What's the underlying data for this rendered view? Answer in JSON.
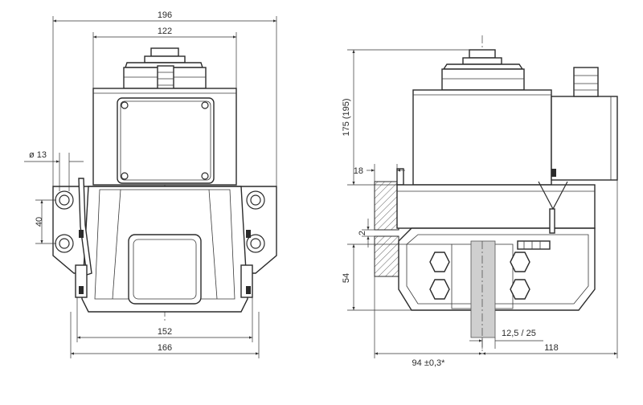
{
  "drawing": {
    "front_view": {
      "dimensions": {
        "overall_top_width": "196",
        "motor_width": "122",
        "hole_diameter": "ø 13",
        "hole_spacing": "40",
        "mounting_width": "152",
        "base_width": "166"
      }
    },
    "side_view": {
      "dimensions": {
        "total_height": "175 (195)",
        "flange_thickness": "18",
        "gap": "2",
        "lower_height": "54",
        "shaft_size": "12,5 / 25",
        "offset_left": "94 ±0,3*",
        "width_right": "118"
      }
    },
    "colors": {
      "line": "#2b2b2b",
      "shaft_fill": "#cfcfcf",
      "background": "#ffffff"
    }
  }
}
